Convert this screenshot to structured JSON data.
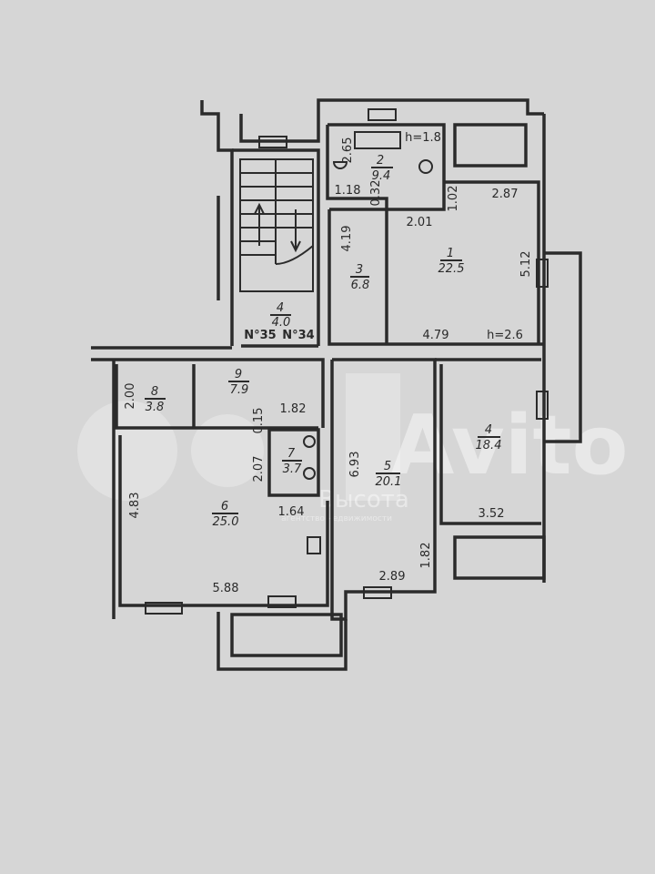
{
  "rooms": [
    {
      "number": "1",
      "area": "22.5"
    },
    {
      "number": "2",
      "area": "9.4"
    },
    {
      "number": "3",
      "area": "6.8"
    },
    {
      "number": "4",
      "area": "4.0"
    },
    {
      "number": "4",
      "area": "18.4"
    },
    {
      "number": "5",
      "area": "20.1"
    },
    {
      "number": "6",
      "area": "25.0"
    },
    {
      "number": "7",
      "area": "3.7"
    },
    {
      "number": "8",
      "area": "3.8"
    },
    {
      "number": "9",
      "area": "7.9"
    }
  ],
  "dimensions": {
    "d265": "2.65",
    "d118": "1.18",
    "d032": "0.32",
    "d102": "1.02",
    "d287": "2.87",
    "d201": "2.01",
    "d419": "4.19",
    "d512": "5.12",
    "d479": "4.79",
    "d200": "2.00",
    "d015": "0.15",
    "d182a": "1.82",
    "d207": "2.07",
    "d483": "4.83",
    "d164": "1.64",
    "d588": "5.88",
    "d693": "6.93",
    "d289": "2.89",
    "d182b": "1.82",
    "d352": "3.52"
  },
  "heights": {
    "h1": "h=1.8",
    "h2": "h=2.6"
  },
  "apartments": {
    "a35": "N°35",
    "a34": "N°34"
  },
  "watermark": {
    "brand": "Avito",
    "agency": "Высота",
    "agency_sub": "агентство недвижимости"
  }
}
